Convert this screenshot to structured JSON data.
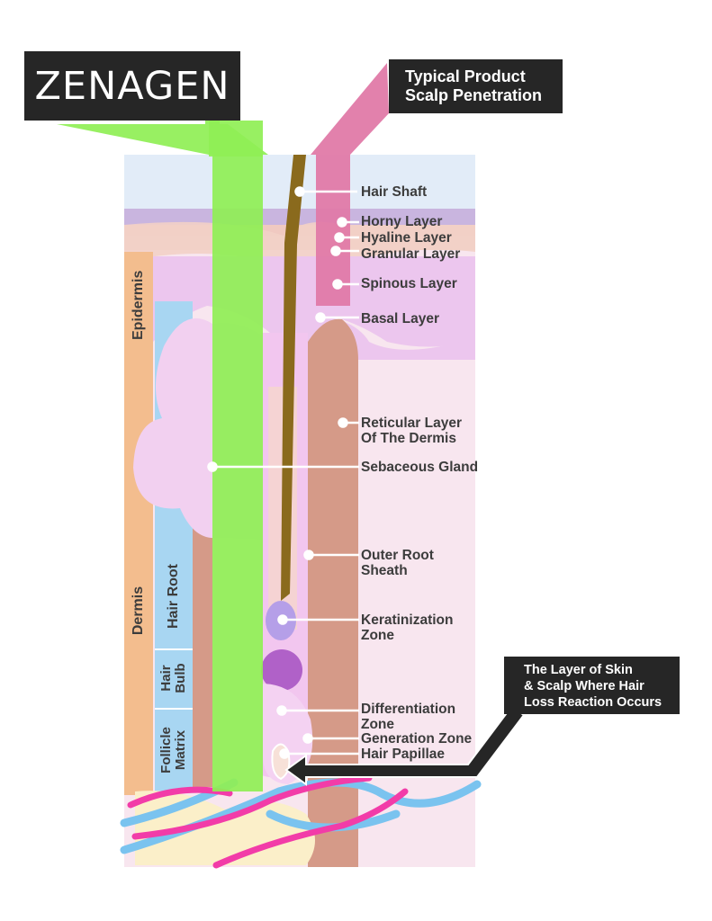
{
  "brand": {
    "logo_text": "ZENAGEN"
  },
  "callouts": {
    "typical_product": "Typical Product\nScalp Penetration",
    "hair_loss_layer": "The Layer of Skin\n& Scalp Where Hair\nLoss Reaction Occurs"
  },
  "labels": {
    "hair_shaft": "Hair Shaft",
    "horny_layer": "Horny Layer",
    "hyaline_layer": "Hyaline Layer",
    "granular_layer": "Granular Layer",
    "spinous_layer": "Spinous Layer",
    "basal_layer": "Basal Layer",
    "reticular_layer": "Reticular Layer\nOf The Dermis",
    "sebaceous_gland": "Sebaceous Gland",
    "outer_root_sheath": "Outer Root\nSheath",
    "keratinization_zone": "Keratinization\nZone",
    "differentiation_zone": "Differentiation\nZone",
    "generation_zone": "Generation Zone",
    "hair_papillae": "Hair Papillae"
  },
  "side_labels": {
    "epidermis": "Epidermis",
    "dermis": "Dermis",
    "hair_root": "Hair Root",
    "hair_bulb": "Hair\nBulb",
    "follicle_matrix": "Follicle\nMatrix"
  },
  "colors": {
    "zenagen_green": "#8fef55",
    "product_pink": "#e07aa8",
    "epidermis_orange": "#f3bd8e",
    "hair_root_blue": "#a8d6f2",
    "dermis_tan": "#d59a88",
    "skin_lilac": "#efd3ef",
    "hair_brown": "#8a6a1d",
    "callout_dark": "#262626"
  }
}
